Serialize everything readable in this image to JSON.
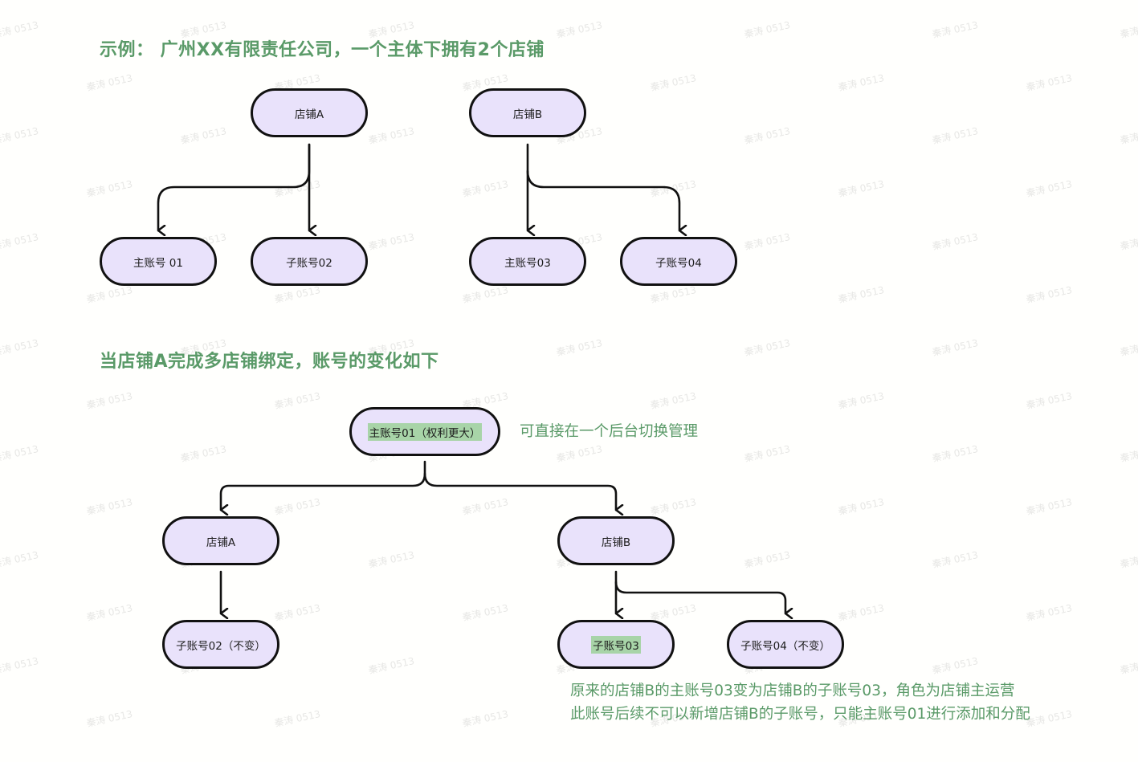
{
  "watermark_text": "秦涛 0513",
  "colors": {
    "heading": "#5a9a68",
    "node_fill": "#e9e2fb",
    "node_stroke": "#111111",
    "highlight": "#a8d4a8",
    "background": "#fffffd"
  },
  "example": {
    "title": "示例： 广州XX有限责任公司，一个主体下拥有2个店铺",
    "store_a": {
      "label": "店铺A",
      "children": [
        "主账号 01",
        "子账号02"
      ]
    },
    "store_b": {
      "label": "店铺B",
      "children": [
        "主账号03",
        "子账号04"
      ]
    }
  },
  "after_binding": {
    "title": "当店铺A完成多店铺绑定，账号的变化如下",
    "root": {
      "label": "主账号01（权利更大）",
      "note": "可直接在一个后台切换管理"
    },
    "store_a": {
      "label": "店铺A",
      "child": "子账号02（不变）"
    },
    "store_b": {
      "label": "店铺B",
      "children": [
        "子账号03",
        "子账号04（不变）"
      ]
    },
    "notes": [
      "原来的店铺B的主账号03变为店铺B的子账号03，角色为店铺主运营",
      "此账号后续不可以新增店铺B的子账号，只能主账号01进行添加和分配"
    ]
  }
}
